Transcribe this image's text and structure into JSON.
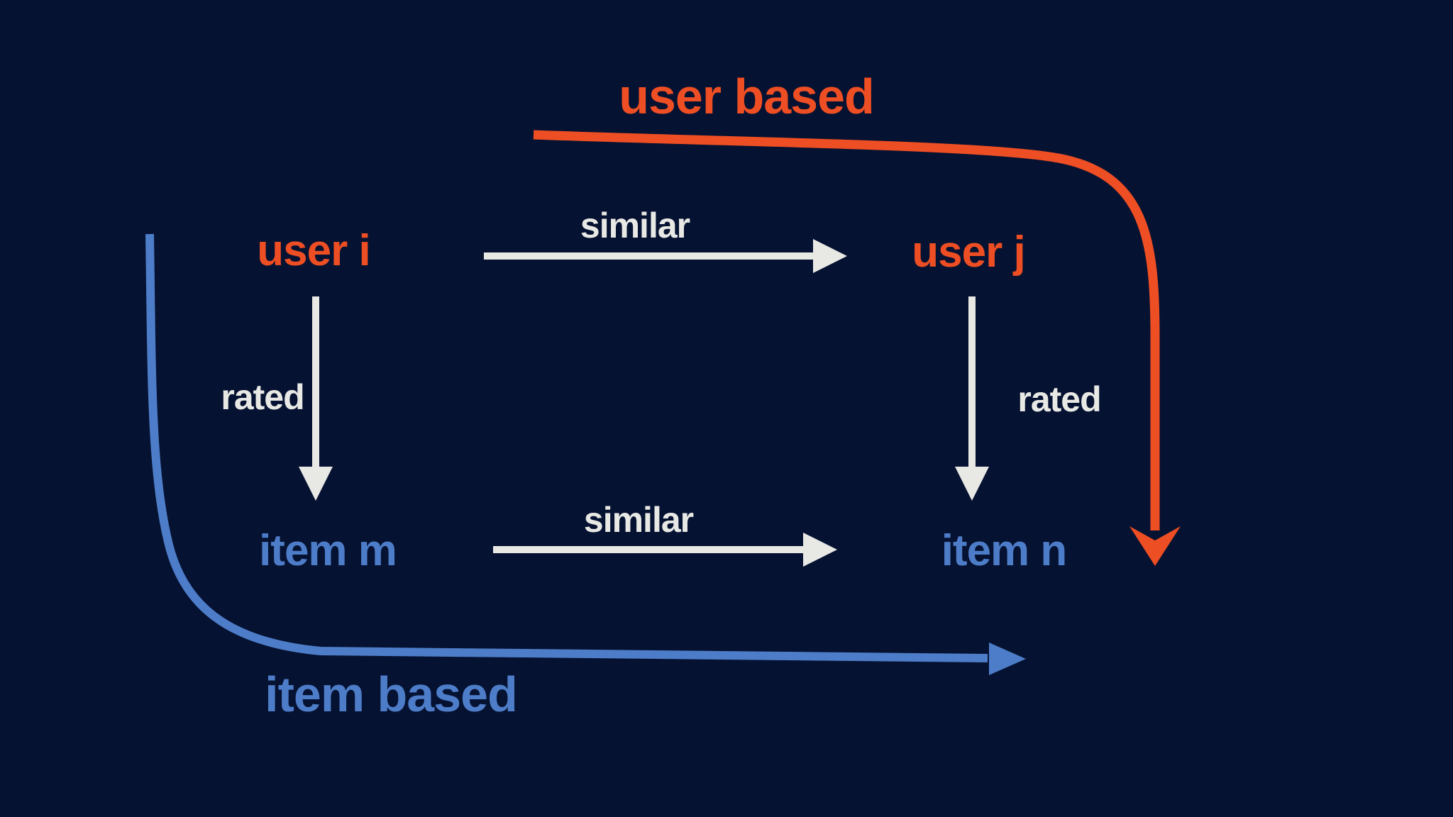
{
  "diagram": {
    "labels": {
      "user_based": "user based",
      "item_based": "item based",
      "user_i": "user i",
      "user_j": "user j",
      "item_m": "item m",
      "item_n": "item n",
      "similar_users": "similar",
      "similar_items": "similar",
      "rated_left": "rated",
      "rated_right": "rated"
    },
    "colors": {
      "background": "#061231",
      "user_accent": "#ee4e23",
      "item_accent": "#4d7dc9",
      "arrow_white": "#e8e9e5"
    }
  }
}
